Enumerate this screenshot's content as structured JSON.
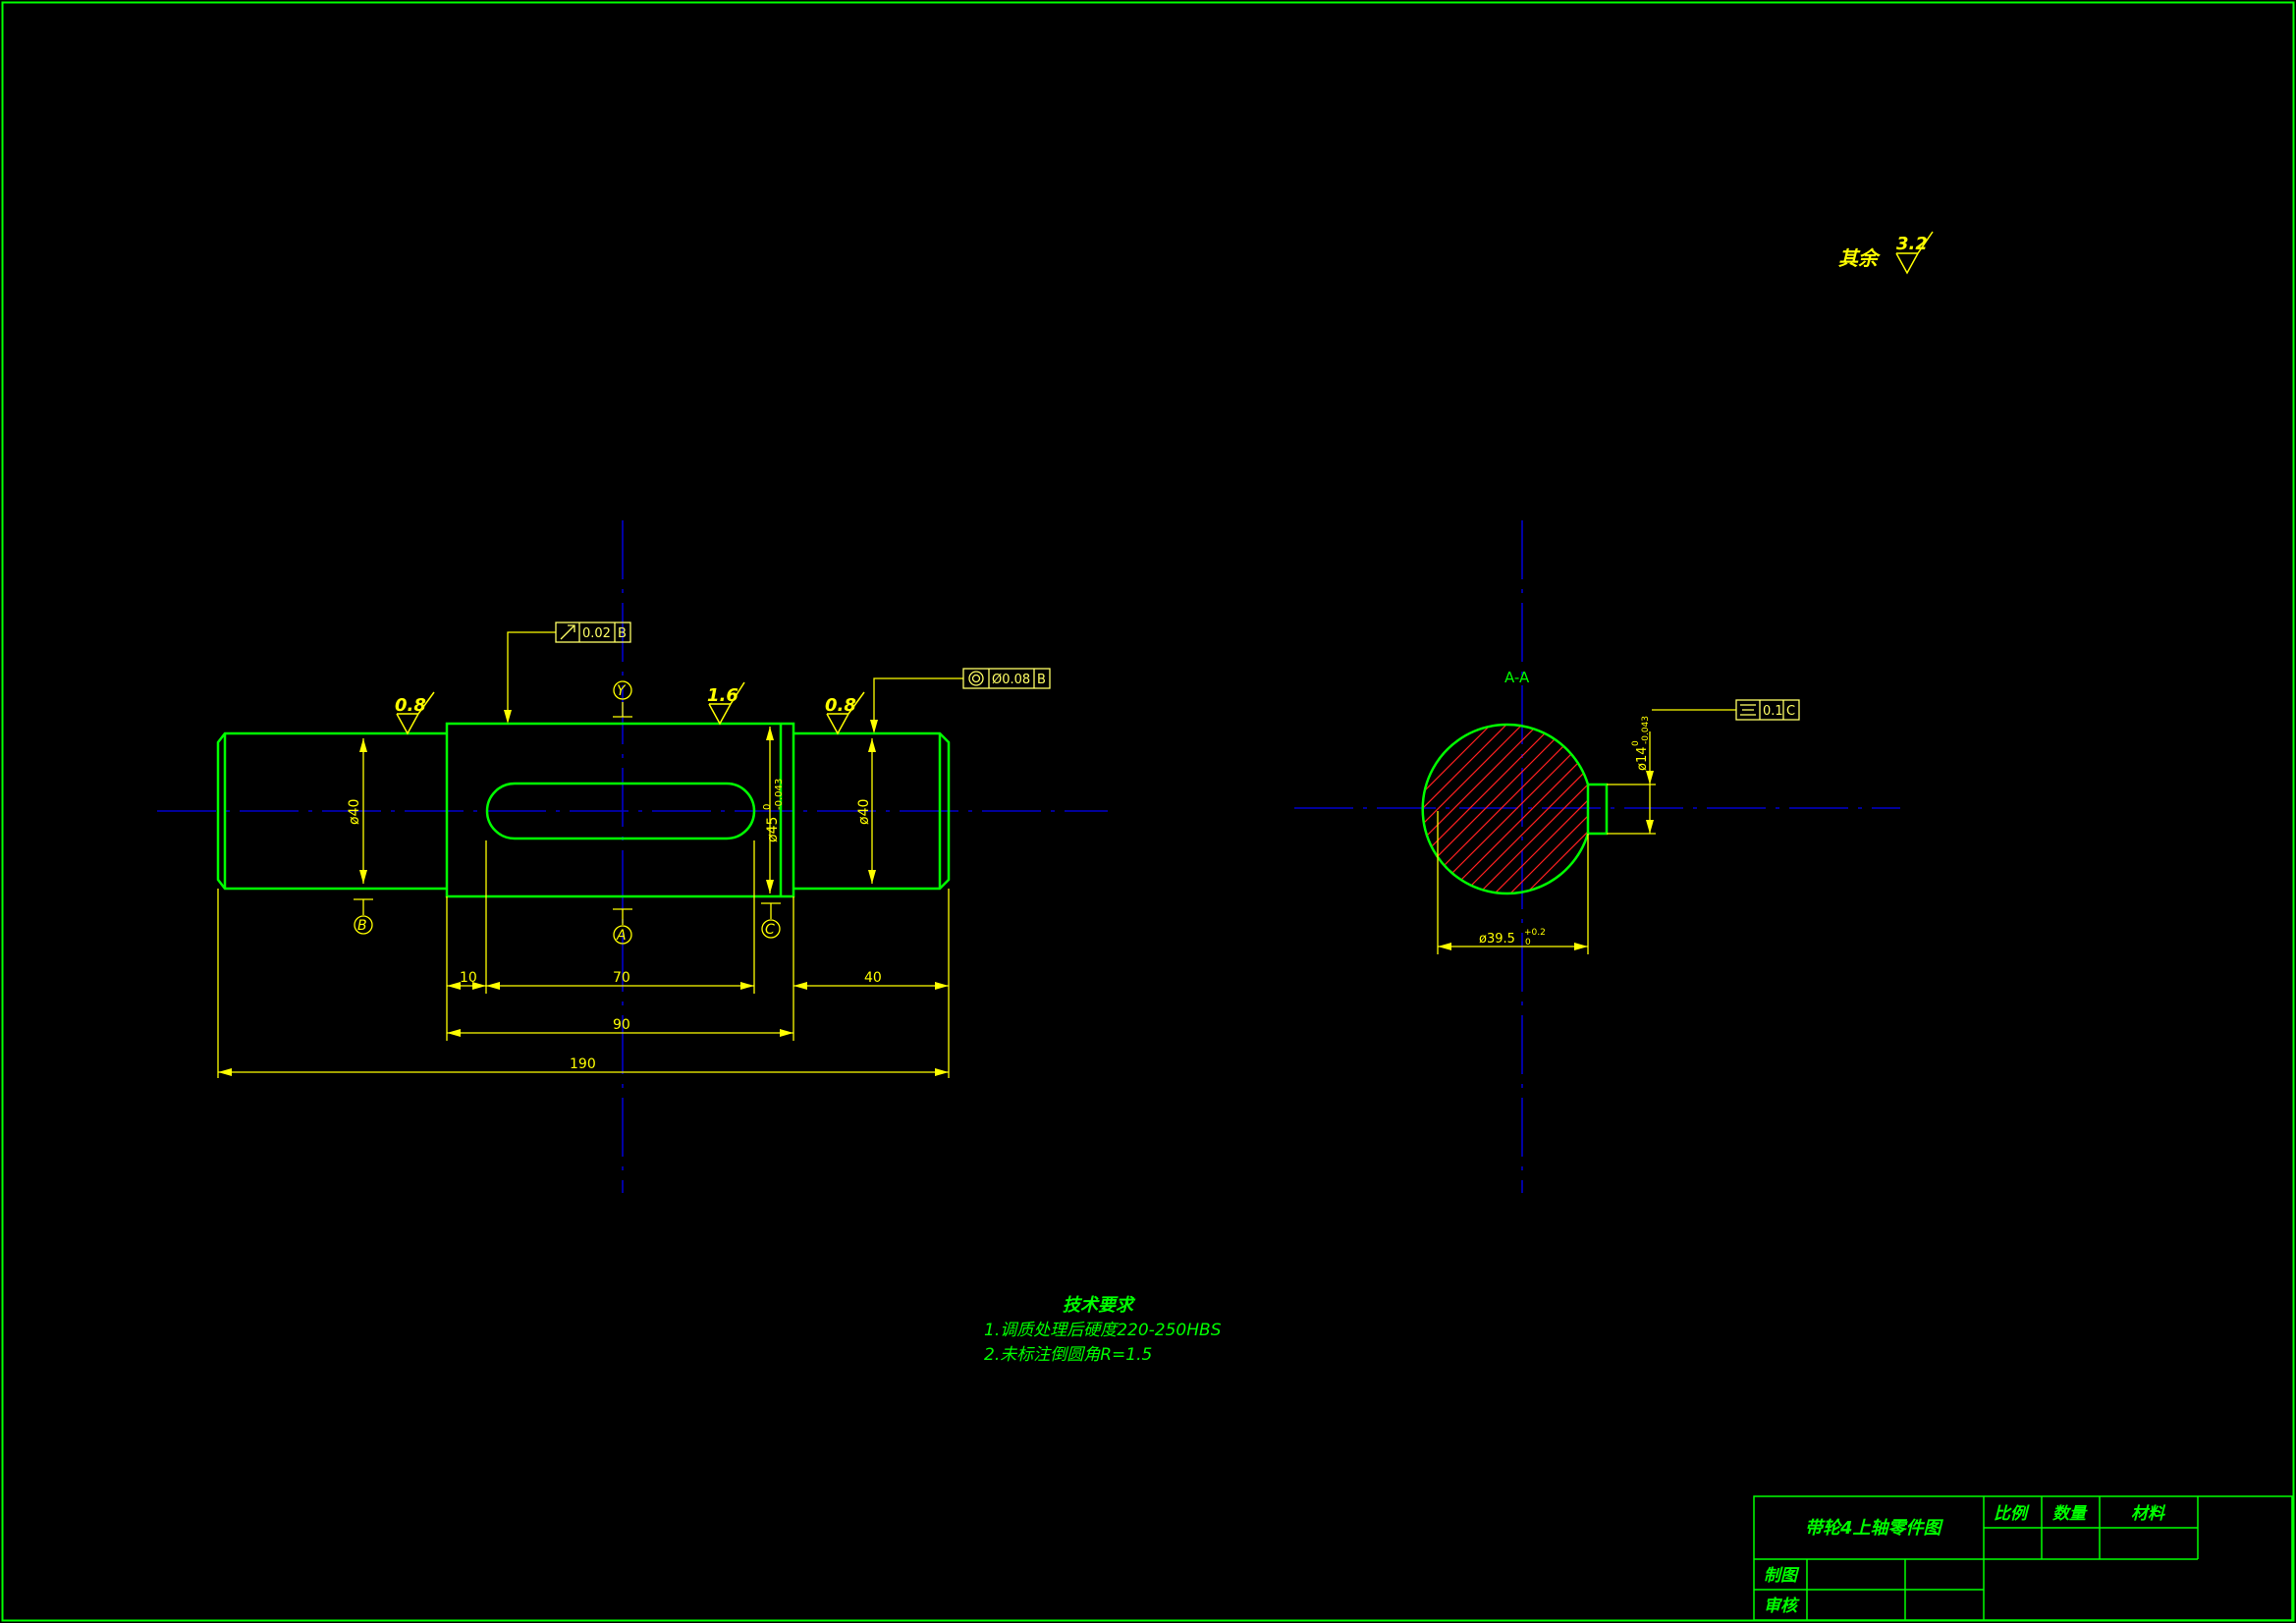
{
  "colors": {
    "background": "#000000",
    "outline": "#00ff00",
    "dimension": "#ffff00",
    "centerline": "#0000cc",
    "hatch": "#ff2020",
    "tolerance_frame": "#ffff66",
    "note_text": "#00ff00"
  },
  "surface_finish": {
    "rest_label": "其余",
    "rest_value": "3.2",
    "left_journal": "0.8",
    "keyway": "1.6",
    "right_journal": "0.8"
  },
  "datums": {
    "a": "A",
    "b": "B",
    "c": "C",
    "y": "Y"
  },
  "tolerances": {
    "runout": {
      "symbol": "runout-arrow-icon",
      "value": "0.02",
      "datum": "B"
    },
    "coaxiality": {
      "symbol": "concentric-circle-icon",
      "value": "Ø0.08",
      "datum": "B"
    },
    "symmetry": {
      "symbol": "symmetry-icon",
      "value": "0.1",
      "datum": "C"
    }
  },
  "dimensions": {
    "left_dia": "ø40",
    "mid_dia": "ø45",
    "mid_dia_upper": "0",
    "mid_dia_lower": "-0.043",
    "right_dia": "ø40",
    "len_10": "10",
    "len_70": "70",
    "len_40": "40",
    "len_90": "90",
    "len_190": "190"
  },
  "section": {
    "label": "A-A",
    "key_width": "ø14",
    "key_width_upper": "0",
    "key_width_lower": "-0.043",
    "depth": "ø39.5",
    "depth_upper": "+0.2",
    "depth_lower": "0"
  },
  "notes": {
    "title": "技术要求",
    "line1": "1.调质处理后硬度220-250HBS",
    "line2": "2.未标注倒圆角R=1.5"
  },
  "title_block": {
    "drawing_name": "带轮4上轴零件图",
    "scale_header": "比例",
    "qty_header": "数量",
    "material_header": "材料",
    "drawn_by": "制图",
    "reviewed_by": "审核"
  }
}
